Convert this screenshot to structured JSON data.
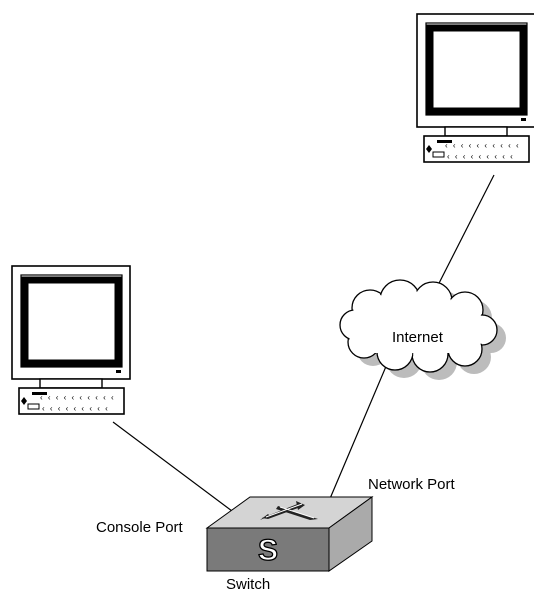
{
  "diagram": {
    "nodes": {
      "remote_pc": {
        "label": ""
      },
      "local_pc": {
        "label": ""
      },
      "internet": {
        "label": "Internet"
      },
      "switch": {
        "label": "Switch",
        "logo_letter": "S"
      }
    },
    "ports": {
      "console": "Console Port",
      "network": "Network Port"
    },
    "connections": [
      {
        "from": "remote_pc",
        "to": "internet"
      },
      {
        "from": "internet",
        "to": "switch"
      },
      {
        "from": "local_pc",
        "to": "switch"
      }
    ]
  },
  "colors": {
    "switch_top": "#d4d4d4",
    "switch_front": "#7a7a7a",
    "switch_side": "#aaaaaa",
    "cloud_fill": "#ffffff",
    "cloud_shadow": "#bcbcbc",
    "line": "#000000"
  }
}
